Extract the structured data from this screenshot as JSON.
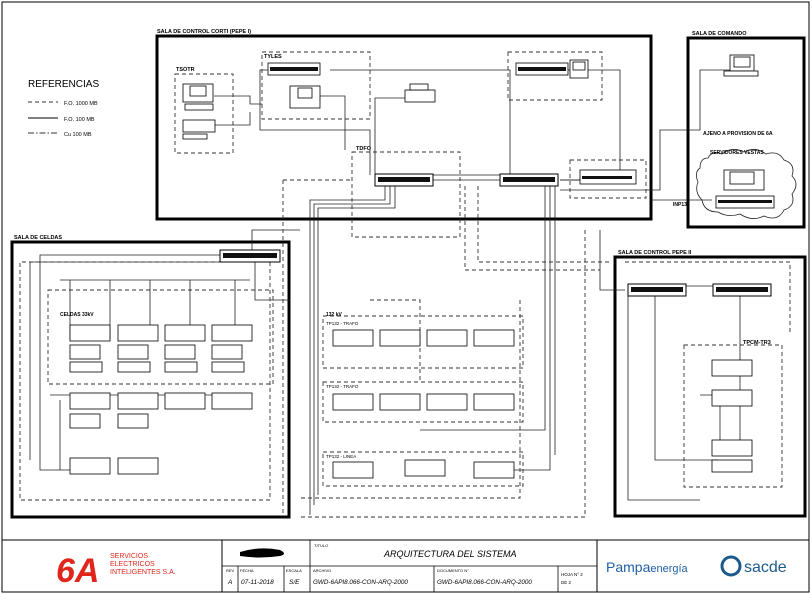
{
  "legend": {
    "title": "REFERENCIAS",
    "items": [
      {
        "label": "F.O. 1000 MB",
        "style": "dashed"
      },
      {
        "label": "F.O. 100 MB",
        "style": "solid"
      },
      {
        "label": "Cu 100 MB",
        "style": "dash-dot"
      }
    ]
  },
  "rooms": {
    "control_corti": "SALA DE CONTROL CORTI (PEPE I)",
    "comando": "SALA DE COMANDO",
    "celdas": "SALA DE CELDAS",
    "control_pepe2": "SALA DE CONTROL PEPE II"
  },
  "cabinets": {
    "tsotr": "TSOTR",
    "tyles": "TYLES",
    "tdfo": "TDFO",
    "celdas_33kv": "CELDAS 33kV",
    "kv132": "132 kV",
    "tp132_1": "TP132 - TRAFO",
    "tp132_2": "TP132 - TRAFO",
    "tp132_3": "TP132 - LINEA",
    "tpcm_tr3": "TPCM-TR3",
    "inp13": "INP13"
  },
  "ajeno": {
    "title": "AJENO A PROVISION DE 6A",
    "cloud": "SERVIDORES VESTAS"
  },
  "title_block": {
    "company_logo": "6A",
    "company_name": "SERVICIOS ELECTRICOS INTELIGENTES S.A.",
    "rev_label": "REV",
    "rev_value": "A",
    "fecha_label": "FECHA",
    "fecha_value": "07-11-2018",
    "escala_label": "ESCALA",
    "escala_value": "S/E",
    "titulo_label": "TITULO",
    "titulo_value": "ARQUITECTURA DEL SISTEMA",
    "archivo_label": "ARCHIVO",
    "archivo_value": "GWD-6API8.066-CON-ARQ-2000",
    "documento_label": "DOCUMENTO N°",
    "documento_value": "GWD-6API8.066-CON-ARQ-2000",
    "hoja_label": "HOJA N° 2",
    "hoja_value": "DE 2",
    "pampa": "Pampa",
    "pampa_energia": "energía",
    "sacde": "sacde"
  },
  "colors": {
    "logo_red": "#e0261c",
    "pampa_blue": "#1f5fa8",
    "sacde_blue": "#1c5a8c",
    "line": "#000000"
  }
}
